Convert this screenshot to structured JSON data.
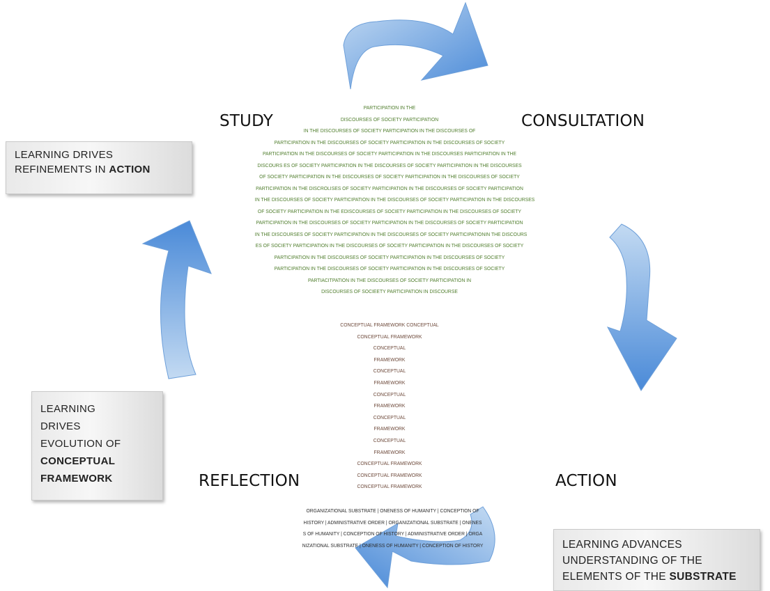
{
  "stages": {
    "study": "STUDY",
    "consultation": "CONSULTATION",
    "action": "ACTION",
    "reflection": "REFLECTION"
  },
  "notes": {
    "action_note": {
      "line1": "LEARNING DRIVES",
      "line2_pre": "REFINEMENTS IN ",
      "line2_bold": "ACTION"
    },
    "framework_note": {
      "line1": "LEARNING",
      "line2": "DRIVES",
      "line3": "EVOLUTION OF",
      "line4_bold": "CONCEPTUAL",
      "line5_bold": "FRAMEWORK"
    },
    "substrate_note": {
      "line1": "LEARNING ADVANCES",
      "line2": "UNDERSTANDING OF THE",
      "line3_pre": "ELEMENTS OF THE ",
      "line3_bold": "SUBSTRATE"
    }
  },
  "tree": {
    "crown_lines": [
      "PARTICIPATION IN THE",
      "DISCOURSES OF SOCIETY PARTICIPATION",
      "IN THE DISCOURSES OF SOCIETY PARTICIPATION IN THE DISCOURSES OF",
      "PARTICIPATION IN THE DISCOURSES OF SOCIETY PARTICIPATION IN THE DISCOURSES OF SOCIETY",
      "PARTICIPATION IN THE DISCOURSES OF SOCIETY PARTICIPATION IN THE DISCOURSES PARTICIPATION IN THE",
      "DISCOURS ES OF SOCIETY PARTICIPATION IN THE DISCOURSES OF SOCIETY PARTICIPATION IN THE DISCOURSES",
      "OF SOCIETY PARTICIPATION IN THE DISCOURSES OF SOCIETY PARTICIPATION IN THE DISCOURSES OF SOCIETY",
      "PARTICIPATION IN THE DISCROLISES OF SOCIETY PARTICIPATION IN THE DISCOURSES OF SOCIETY PARTICIPATION",
      "IN THE DISCOURSES OF SOCIETY PARTICIPATION IN THE DISCOURSES OF SOCIETY PARTICIPATION IN THE DISCOURSES",
      "OF SOCIETY PARTICIPATION IN THE EDISCOURSES OF SOCIETY PARTICIPATION IN THE DISCOURSES OF SOCIETY",
      "PARTICIPATION IN THE DISCOURSES OF SOCIETY PARTICIPATION IN THE DISCOURSES OF SOCIETY PARTICIPATION",
      "IN THE DISCOURSES OF SOCIETY PARTICIPATION IN THE DISCOURSES OF SOCIETY PARTICIPATIONIN THE DISCOURS",
      "ES OF SOCIETY PARTICIPATION IN THE DISCOURSES OF SOCIETY PARTICIPATION IN THE DISCOURSES OF SOCIETY",
      "PARTICIPATION IN THE DISCOURSES OF SOCIETY PARTICIPATION IN THE DISCOURSES OF SOCIETY",
      "PARTICIPATION  IN THE DISCOURSES OF SOCIETY PARTICIPATION IN THE DISCOURSES OF SOCIETY",
      "PARTIACITPATION IN THE DISCOURSES OF SOCIETY PARTICIPATION IN",
      "DISCOURSES OF SOCIEETY PARTICIPATION IN DISCOURSE"
    ],
    "trunk_lines": [
      "CONCEPTUAL FRAMEWORK CONCEPTUAL",
      "CONCEPTUAL FRAMEWORK",
      "CONCEPTUAL",
      "FRAMEWORK",
      "CONCEPTUAL",
      "FRAMEWORK",
      "CONCEPTUAL",
      "FRAMEWORK",
      "CONCEPTUAL",
      "FRAMEWORK",
      "CONCEPTUAL",
      "FRAMEWORK",
      "CONCEPTUAL FRAMEWORK",
      "CONCEPTUAL FRAMEWORK",
      "CONCEPTUAL FRAMEWORK"
    ],
    "root_lines": [
      "ORGANIZATIONAL SUBSTRATE | ONENESS OF HUMANITY | CONCEPTION OF",
      "HISTORY | ADMINISTRATIVE ORDER | ORGANIZATIONAL SUBSTRATE | ONENES",
      "S OF HUMANITY | CONCEPTION OF HISTORY | ADMINISTRATIVE ORDER | ORGA",
      "NIZATIONAL SUBSTRATE | ONENESS OF HUMANITY | CONCEPTION OF HISTORY"
    ]
  },
  "colors": {
    "arrow_light": "#b9d3ef",
    "arrow_dark": "#4a8ad8",
    "crown_text": "#4f7d2c",
    "trunk_text": "#6e4a3b",
    "root_text": "#2d2d2d"
  }
}
